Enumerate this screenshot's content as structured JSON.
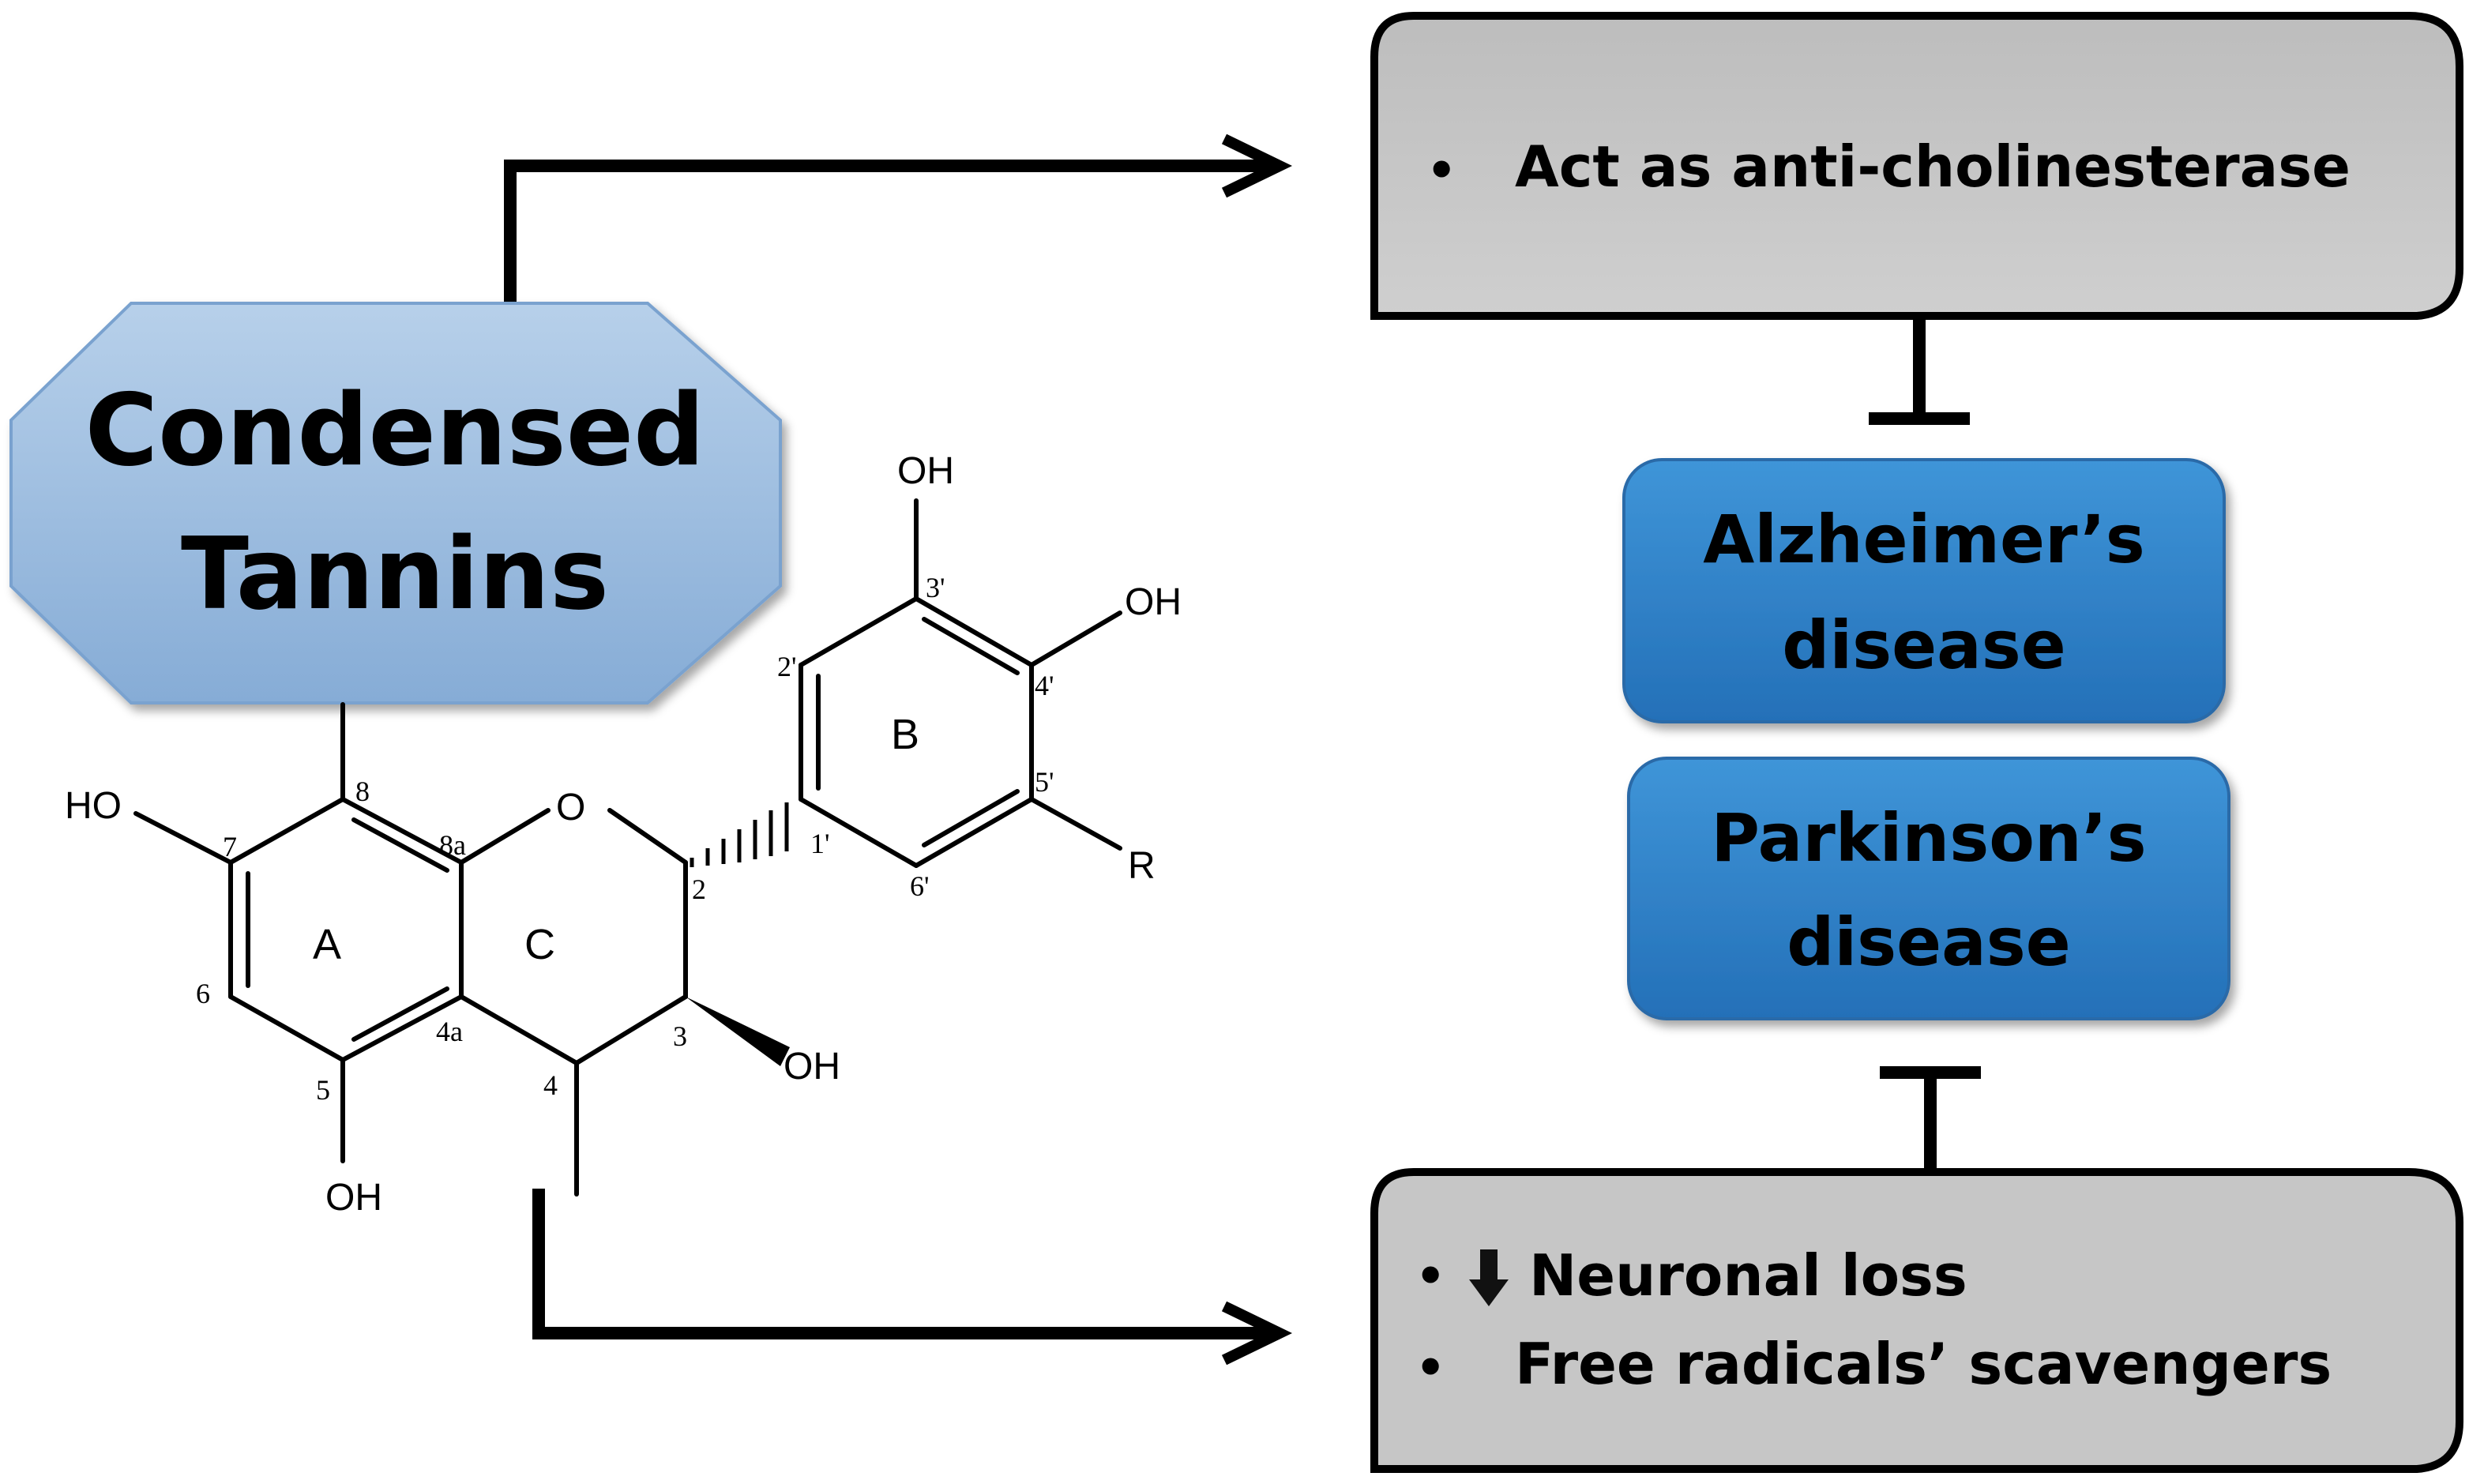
{
  "title_box": {
    "line1": "Condensed",
    "line2": "Tannins"
  },
  "top_box": {
    "bullet": "•",
    "text": "Act as anti-cholinesterase"
  },
  "bottom_box": {
    "items": [
      {
        "bullet": "•",
        "icon": "down-arrow-icon",
        "text": "Neuronal loss"
      },
      {
        "bullet": "•",
        "text": "Free radicals’ scavengers"
      }
    ]
  },
  "disease_boxes": [
    {
      "line1": "Alzheimer’s",
      "line2": "disease"
    },
    {
      "line1": "Parkinson’s",
      "line2": "disease"
    }
  ],
  "molecule": {
    "groups": {
      "oh_top": "OH",
      "oh_right": "OH",
      "ho_left": "HO",
      "oh_bottom": "OH",
      "oh_c3": "OH",
      "r": "R"
    },
    "ring_labels": {
      "a": "A",
      "b": "B",
      "c": "C",
      "o": "O"
    },
    "positions": {
      "p8": "8",
      "p8a": "8a",
      "p7": "7",
      "p6": "6",
      "p5": "5",
      "p4a": "4a",
      "p4": "4",
      "p3": "3",
      "p2": "2",
      "p1p": "1'",
      "p2p": "2'",
      "p3p": "3'",
      "p4p": "4'",
      "p5p": "5'",
      "p6p": "6'"
    }
  },
  "colors": {
    "title_fill": "#8fb3d9",
    "disease_fill": "#2e7ec4",
    "gray_box": "#c8c8c8",
    "line": "#000000"
  }
}
